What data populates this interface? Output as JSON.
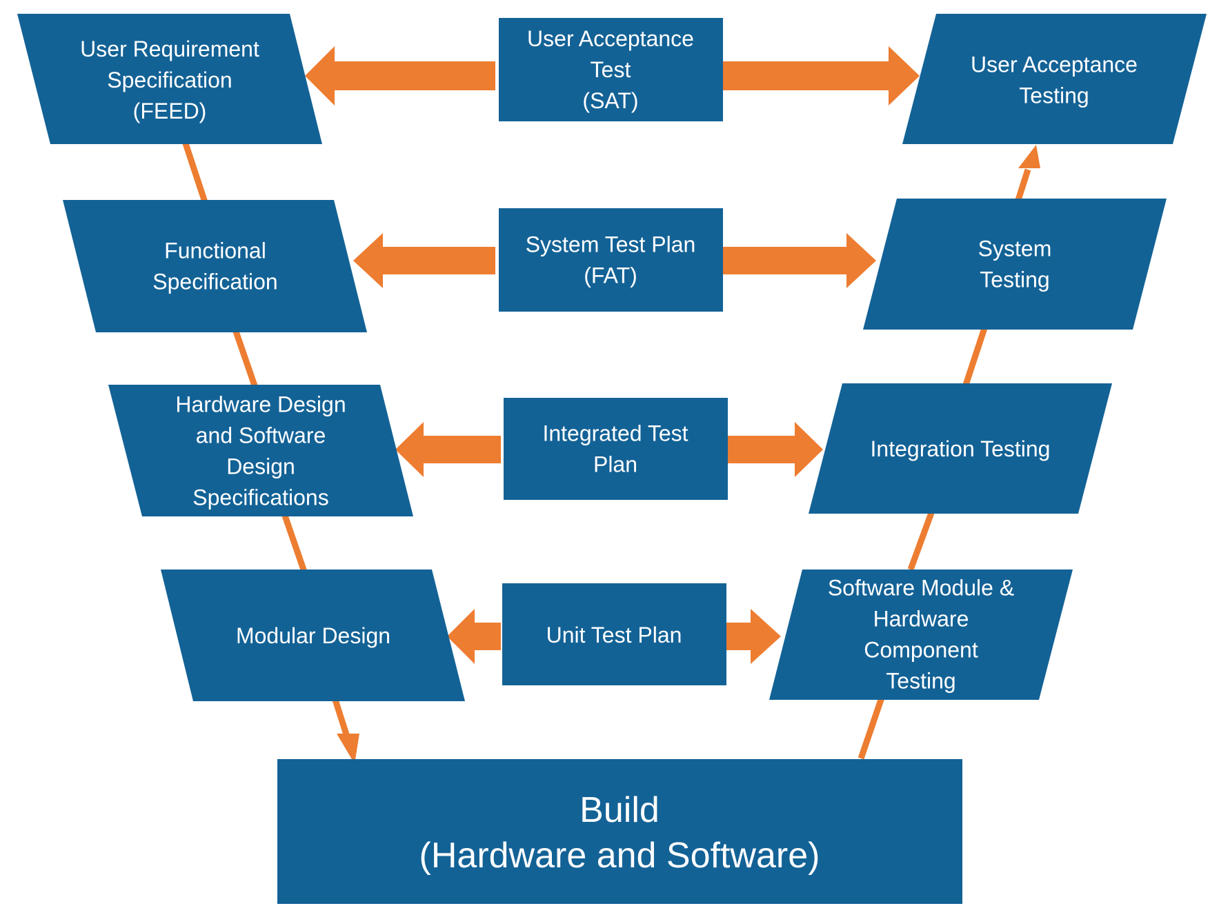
{
  "colors": {
    "box_fill": "#136296",
    "arrow": "#ed7d31",
    "text": "#ffffff",
    "background": "#ffffff"
  },
  "left_column": {
    "user_requirement": [
      "User Requirement",
      "Specification",
      "(FEED)"
    ],
    "functional_spec": [
      "Functional",
      "Specification"
    ],
    "hw_sw_design": [
      "Hardware Design",
      "and Software",
      "Design",
      "Specifications"
    ],
    "modular_design": [
      "Modular Design"
    ]
  },
  "center_column": {
    "user_acceptance_test": [
      "User Acceptance",
      "Test",
      "(SAT)"
    ],
    "system_test_plan": [
      "System Test Plan",
      "(FAT)"
    ],
    "integrated_test_plan": [
      "Integrated Test",
      "Plan"
    ],
    "unit_test_plan": [
      "Unit Test Plan"
    ]
  },
  "right_column": {
    "user_acceptance_testing": [
      "User Acceptance",
      "Testing"
    ],
    "system_testing": [
      "System",
      "Testing"
    ],
    "integration_testing": [
      "Integration Testing"
    ],
    "module_component_testing": [
      "Software Module &",
      "Hardware",
      "Component",
      "Testing"
    ]
  },
  "bottom": {
    "build": [
      "Build",
      "(Hardware and Software)"
    ]
  }
}
